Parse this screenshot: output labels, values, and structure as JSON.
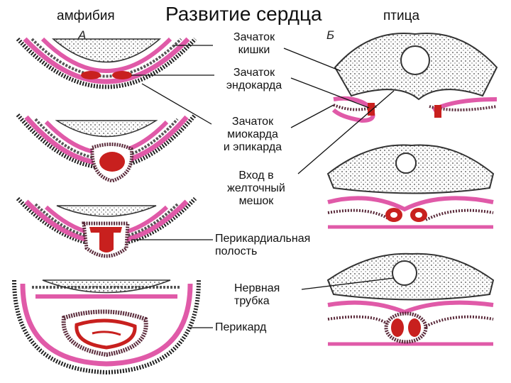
{
  "header": {
    "left": "амфибия",
    "title": "Развитие сердца",
    "right": "птица"
  },
  "panels": {
    "left_letter": "А",
    "right_letter": "Б"
  },
  "labels": {
    "gut_rudiment": "Зачаток\nкишки",
    "endocardium_rudiment": "Зачаток\nэндокарда",
    "myo_epi_rudiment": "Зачаток\nмиокарда\nи эпикарда",
    "yolk_sac_entrance": "Вход в\nжелточный\nмешок",
    "pericardial_cavity": "Перикардиальная\nполость",
    "neural_tube": "Нервная\nтрубка",
    "pericardium": "Перикард"
  },
  "colors": {
    "mesoderm": "#e05aa8",
    "endocardium": "#c8201e",
    "outline": "#222222",
    "dots": "#333333"
  }
}
